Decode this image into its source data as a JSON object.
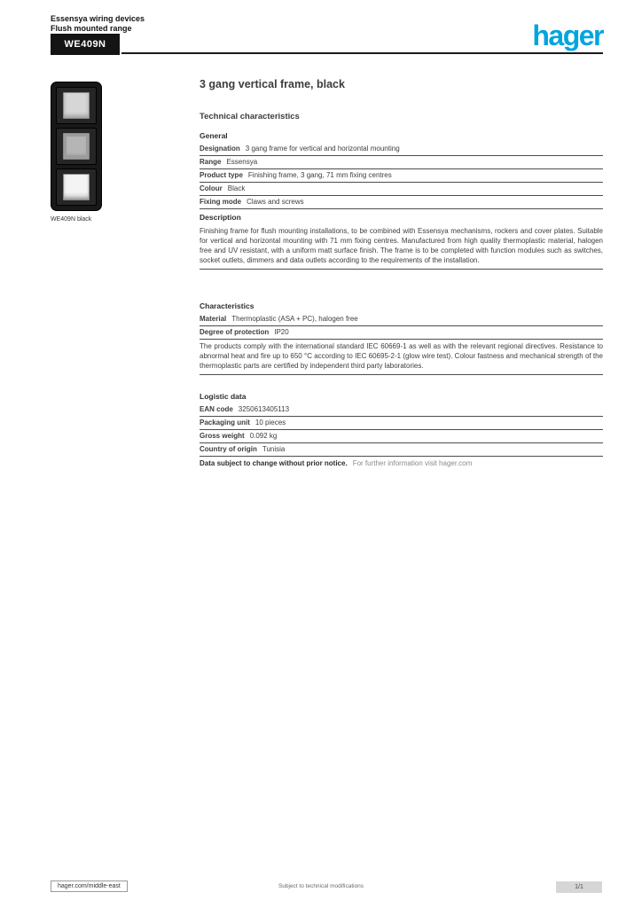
{
  "header": {
    "title_line1": "Essensya wiring devices",
    "title_line2": "Flush mounted range",
    "reference": "WE409N",
    "logo_text": "hager",
    "brand_color": "#00a5e0"
  },
  "product": {
    "caption": "WE409N black"
  },
  "main": {
    "heading": "3 gang vertical frame, black",
    "subheading": "Technical characteristics",
    "sections": [
      {
        "title": "General",
        "rows": [
          {
            "label": "Designation",
            "value": "3 gang frame for vertical and horizontal mounting"
          },
          {
            "label": "Range",
            "value": "Essensya"
          },
          {
            "label": "Product type",
            "value": "Finishing frame, 3 gang, 71 mm fixing centres"
          },
          {
            "label": "Colour",
            "value": "Black"
          },
          {
            "label": "Fixing mode",
            "value": "Claws and screws"
          }
        ]
      },
      {
        "title": "Description",
        "paragraph": "Finishing frame for flush mounting installations, to be combined with Essensya mechanisms, rockers and cover plates. Suitable for vertical and horizontal mounting with 71 mm fixing centres. Manufactured from high quality thermoplastic material, halogen free and UV resistant, with a uniform matt surface finish. The frame is to be completed with function modules such as switches, socket outlets, dimmers and data outlets according to the requirements of the installation."
      },
      {
        "title": "Characteristics",
        "rows": [
          {
            "label": "Material",
            "value": "Thermoplastic (ASA + PC), halogen free"
          },
          {
            "label": "Degree of protection",
            "value": "IP20"
          }
        ],
        "paragraph": "The products comply with the international standard IEC 60669-1 as well as with the relevant regional directives. Resistance to abnormal heat and fire up to 650 °C according to IEC 60695-2-1 (glow wire test). Colour fastness and mechanical strength of the thermoplastic parts are certified by independent third party laboratories."
      },
      {
        "title": "Logistic data",
        "rows": [
          {
            "label": "EAN code",
            "value": "3250613405113"
          },
          {
            "label": "Packaging unit",
            "value": "10 pieces"
          },
          {
            "label": "Gross weight",
            "value": "0.092 kg"
          },
          {
            "label": "Country of origin",
            "value": "Tunisia"
          }
        ],
        "note": "Data subject to change without prior notice.",
        "note_suffix": "For further information visit hager.com"
      }
    ]
  },
  "footer": {
    "website": "hager.com/middle-east",
    "center_text": "Subject to technical modifications",
    "page": "1/1"
  }
}
